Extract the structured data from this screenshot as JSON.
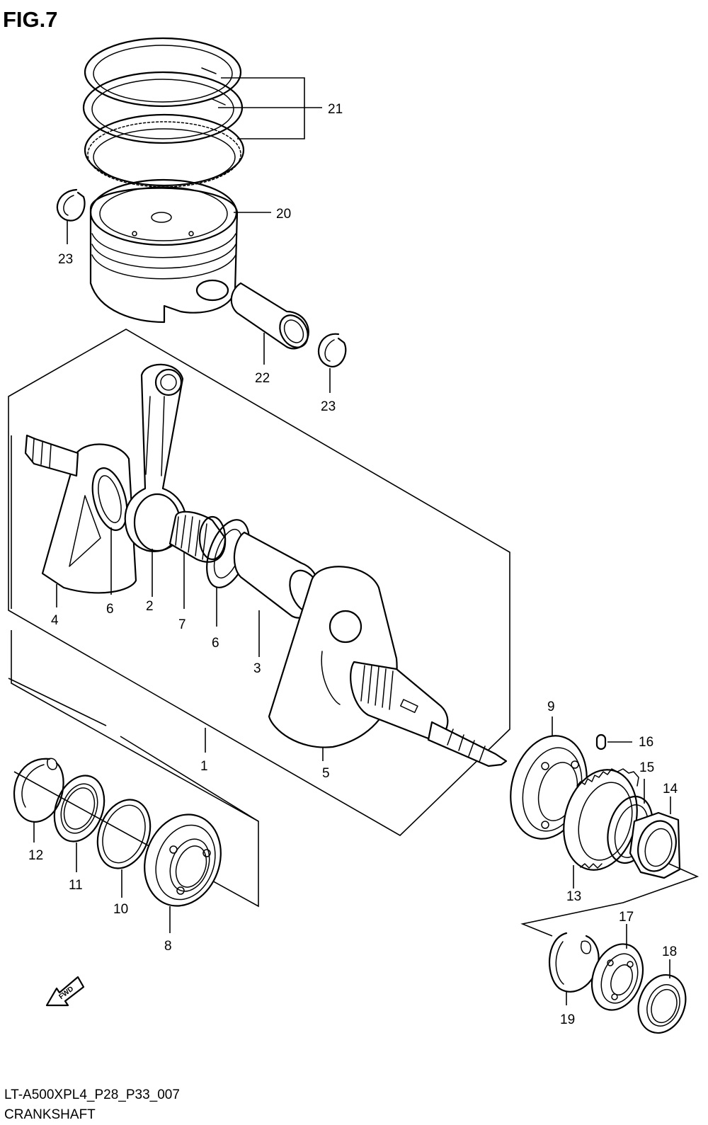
{
  "figure_title": "FIG.7",
  "footer": {
    "code": "LT-A500XPL4_P28_P33_007",
    "name": "CRANKSHAFT"
  },
  "fwd_label": "FWD",
  "callouts": [
    "1",
    "2",
    "3",
    "4",
    "5",
    "6",
    "6",
    "7",
    "8",
    "9",
    "10",
    "11",
    "12",
    "13",
    "14",
    "15",
    "16",
    "17",
    "18",
    "19",
    "20",
    "21",
    "22",
    "23",
    "23"
  ]
}
